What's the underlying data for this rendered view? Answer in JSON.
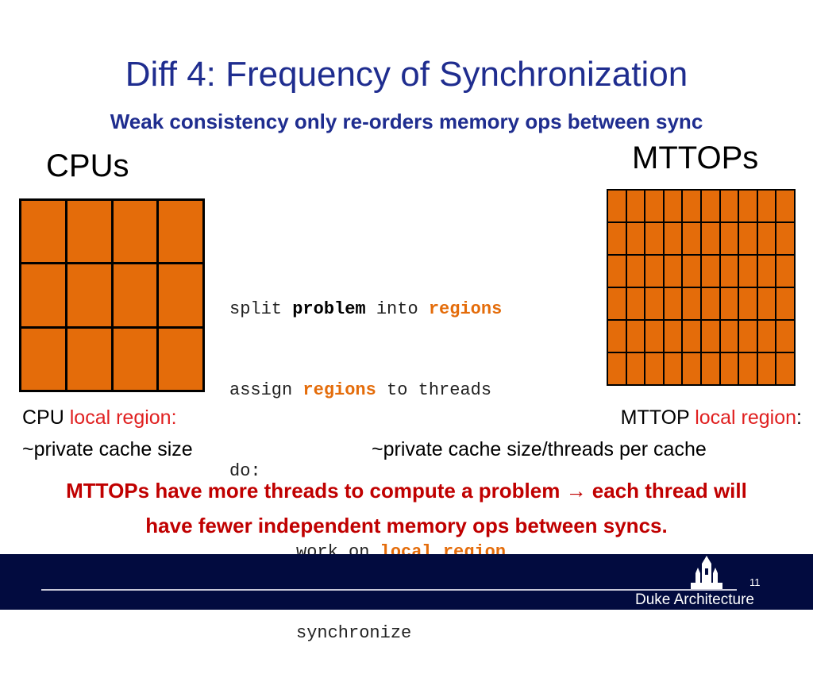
{
  "slide": {
    "title": "Diff 4: Frequency of Synchronization",
    "subtitle": "Weak consistency only re-orders memory ops between sync",
    "cpus_label": "CPUs",
    "mttops_label": "MTTOPs",
    "page_number": "11",
    "brand": "Duke Architecture"
  },
  "code": {
    "line1": {
      "a": "split ",
      "b": "problem",
      "c": " into ",
      "d": "regions"
    },
    "line2": {
      "a": "assign ",
      "b": "regions",
      "c": " to threads"
    },
    "line3": "do:",
    "line4": {
      "a": "work on ",
      "b": "local region"
    },
    "line5": "synchronize"
  },
  "cpu_note": {
    "prefix": "CPU ",
    "highlight": "local region:",
    "line2": "~private cache size"
  },
  "mttop_note": {
    "prefix": "MTTOP ",
    "highlight": "local region",
    "suffix": ":",
    "line2": "~private cache size/threads per cache"
  },
  "conclusion": {
    "part1": "MTTOPs have more threads to compute a problem ",
    "arrow": "→",
    "part2": " each thread will",
    "line2": "have fewer independent memory ops between syncs."
  },
  "colors": {
    "title": "#1f2d8f",
    "region_fill": "#e46c0a",
    "highlight_red": "#e02020",
    "conclusion_red": "#c00000",
    "footer_bg": "#020b3f"
  },
  "grids": {
    "cpu": {
      "rows": 3,
      "cols": 4
    },
    "mttop": {
      "rows": 6,
      "cols": 10
    }
  }
}
